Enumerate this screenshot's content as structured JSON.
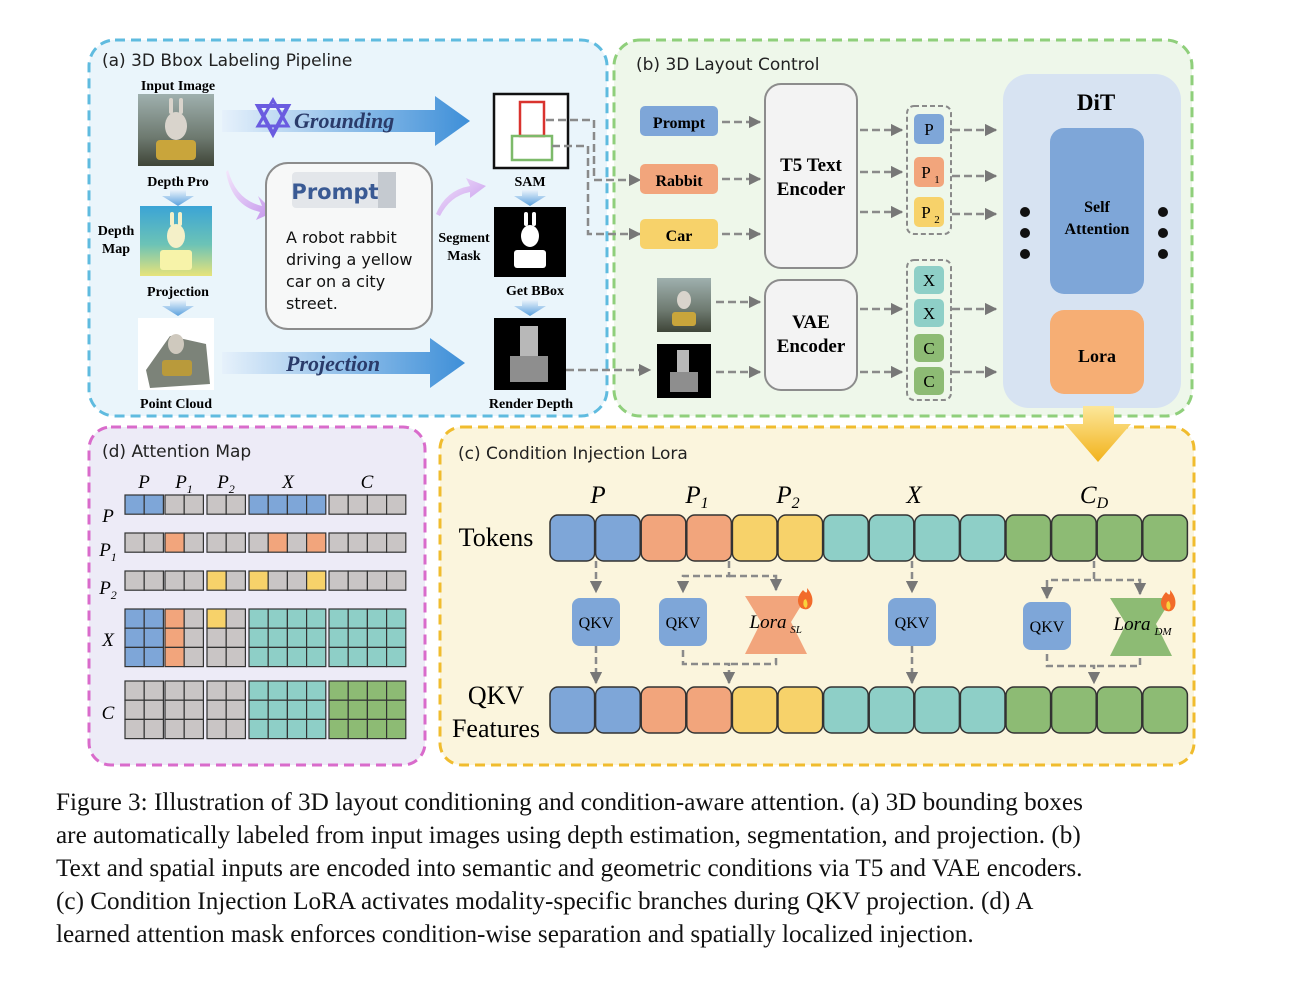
{
  "panels": {
    "a": {
      "title": "(a) 3D Bbox Labeling Pipeline",
      "input_image": "Input Image",
      "depth_pro": "Depth Pro",
      "depth_map_1": "Depth",
      "depth_map_2": "Map",
      "projection_small": "Projection",
      "point_cloud": "Point Cloud",
      "grounding": "Grounding",
      "projection_big": "Projection",
      "prompt_header": "Prompt",
      "prompt_text": [
        "A robot rabbit",
        "driving a yellow",
        "car on a city",
        "street."
      ],
      "sam": "SAM",
      "segment_mask_1": "Segment",
      "segment_mask_2": "Mask",
      "get_bbox": "Get BBox",
      "render_depth": "Render Depth"
    },
    "b": {
      "title": "(b) 3D Layout Control",
      "prompt": "Prompt",
      "rabbit": "Rabbit",
      "car": "Car",
      "t5_1": "T5 Text",
      "t5_2": "Encoder",
      "vae_1": "VAE",
      "vae_2": "Encoder",
      "tok_p": "P",
      "tok_p1": "P",
      "tok_p1_sub": "1",
      "tok_p2": "P",
      "tok_p2_sub": "2",
      "tok_x": "X",
      "tok_c": "C",
      "dit": "DiT",
      "self_att_1": "Self",
      "self_att_2": "Attention",
      "lora": "Lora"
    },
    "c": {
      "title": "(c) Condition Injection Lora",
      "tokens": "Tokens",
      "qkv_features_1": "QKV",
      "qkv_features_2": "Features",
      "qkv": "QKV",
      "lora_base": "Lora",
      "lora_sl_sub": "SL",
      "lora_dm_sub": "DM",
      "groups": [
        {
          "label": "P",
          "sub": ""
        },
        {
          "label": "P",
          "sub": "1"
        },
        {
          "label": "P",
          "sub": "2"
        },
        {
          "label": "X",
          "sub": ""
        },
        {
          "label": "C",
          "sub": "D"
        }
      ]
    },
    "d": {
      "title": "(d) Attention Map",
      "col_labels": [
        {
          "label": "P",
          "sub": ""
        },
        {
          "label": "P",
          "sub": "1"
        },
        {
          "label": "P",
          "sub": "2"
        },
        {
          "label": "X",
          "sub": ""
        },
        {
          "label": "C",
          "sub": ""
        }
      ],
      "row_labels": [
        {
          "label": "P",
          "sub": ""
        },
        {
          "label": "P",
          "sub": "1"
        },
        {
          "label": "P",
          "sub": "2"
        },
        {
          "label": "X",
          "sub": ""
        },
        {
          "label": "C",
          "sub": ""
        }
      ]
    }
  },
  "caption": [
    "Figure 3: Illustration of 3D layout conditioning and condition-aware attention. (a) 3D bounding boxes",
    "are automatically labeled from input images using depth estimation, segmentation, and projection. (b)",
    "Text and spatial inputs are encoded into semantic and geometric conditions via T5 and VAE encoders.",
    "(c) Condition Injection LoRA activates modality-specific branches during QKV projection. (d) A",
    "learned attention mask enforces condition-wise separation and spatially localized injection."
  ],
  "colors": {
    "blue": "#7EA6D8",
    "orange": "#F2A57C",
    "yellow": "#F7D26A",
    "teal": "#8ECFC7",
    "green": "#8DBB74",
    "gray": "#C9C5C5",
    "panel_a": "#5FBBDF",
    "panel_b": "#8FCF7B",
    "panel_c": "#F0BC2E",
    "panel_d": "#D96BCB"
  },
  "attention_mask": [
    "BBGGGGBBBBGGGG",
    "GGOGGGGOGOGGGG",
    "GGGGYGYGGYGGGG",
    "BBOGYGTTTTTTTT",
    "BBOGGGTTTTTTTT",
    "BBOGGGTTTTTTTT",
    "GGGGGGTTTTGGGG",
    "GGGGGGTTTTGGGG",
    "GGGGGGTTTTGGGG"
  ]
}
